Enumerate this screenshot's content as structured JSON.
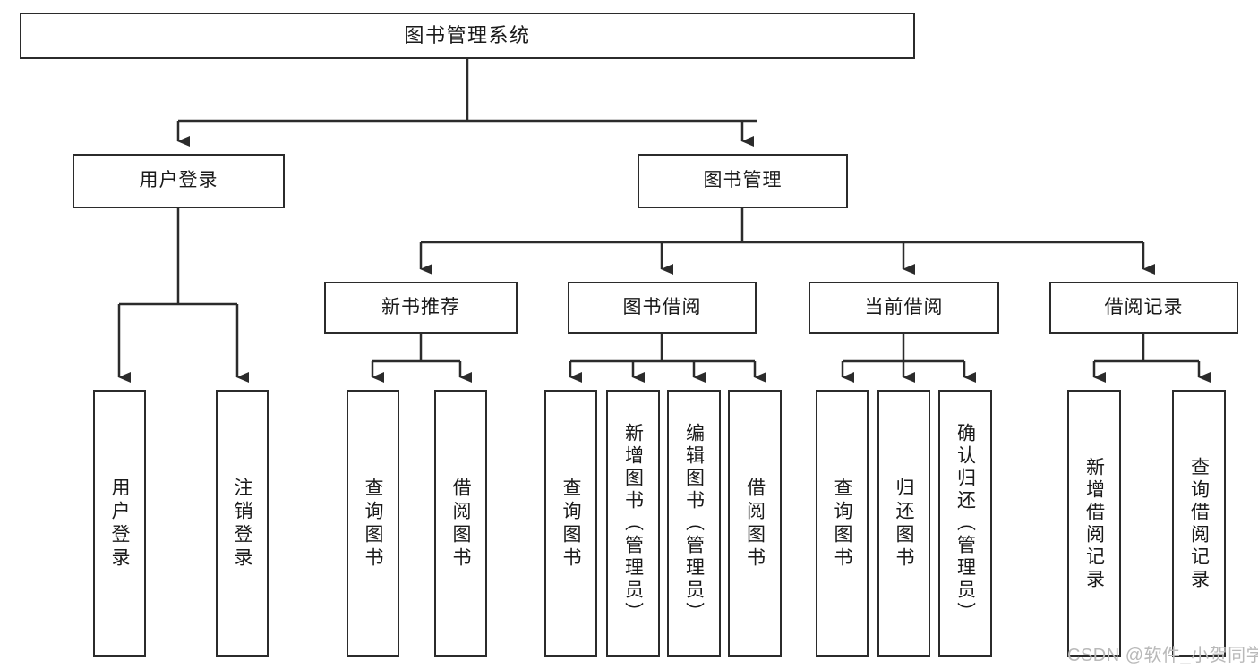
{
  "diagram": {
    "title": "图书管理系统",
    "type": "tree-hierarchy",
    "levels": {
      "root": {
        "label": "图书管理系统"
      },
      "level2": [
        {
          "id": "user-login",
          "label": "用户登录"
        },
        {
          "id": "book-management",
          "label": "图书管理"
        }
      ],
      "level3": [
        {
          "id": "new-book-recommend",
          "label": "新书推荐",
          "parent": "book-management"
        },
        {
          "id": "book-borrow",
          "label": "图书借阅",
          "parent": "book-management"
        },
        {
          "id": "current-borrow",
          "label": "当前借阅",
          "parent": "book-management"
        },
        {
          "id": "borrow-record",
          "label": "借阅记录",
          "parent": "book-management"
        }
      ],
      "leaves": [
        {
          "id": "leaf-user-login",
          "label": "用户登录",
          "parent": "user-login"
        },
        {
          "id": "leaf-logout",
          "label": "注销登录",
          "parent": "user-login"
        },
        {
          "id": "leaf-query-book-1",
          "label": "查询图书",
          "parent": "new-book-recommend"
        },
        {
          "id": "leaf-borrow-book-1",
          "label": "借阅图书",
          "parent": "new-book-recommend"
        },
        {
          "id": "leaf-query-book-2",
          "label": "查询图书",
          "parent": "book-borrow"
        },
        {
          "id": "leaf-add-book",
          "label": "新增图书（管理员）",
          "parent": "book-borrow"
        },
        {
          "id": "leaf-edit-book",
          "label": "编辑图书（管理员）",
          "parent": "book-borrow"
        },
        {
          "id": "leaf-borrow-book-2",
          "label": "借阅图书",
          "parent": "book-borrow"
        },
        {
          "id": "leaf-query-book-3",
          "label": "查询图书",
          "parent": "current-borrow"
        },
        {
          "id": "leaf-return-book",
          "label": "归还图书",
          "parent": "current-borrow"
        },
        {
          "id": "leaf-confirm-return",
          "label": "确认归还（管理员）",
          "parent": "current-borrow"
        },
        {
          "id": "leaf-add-record",
          "label": "新增借阅记录",
          "parent": "borrow-record"
        },
        {
          "id": "leaf-query-record",
          "label": "查询借阅记录",
          "parent": "borrow-record"
        }
      ]
    },
    "colors": {
      "stroke": "#2b2b2b",
      "fill": "#ffffff",
      "text": "#1a1a1a",
      "watermark": "#b9b9b9"
    }
  },
  "watermark": {
    "text": "CSDN @软件_小贺同学"
  }
}
